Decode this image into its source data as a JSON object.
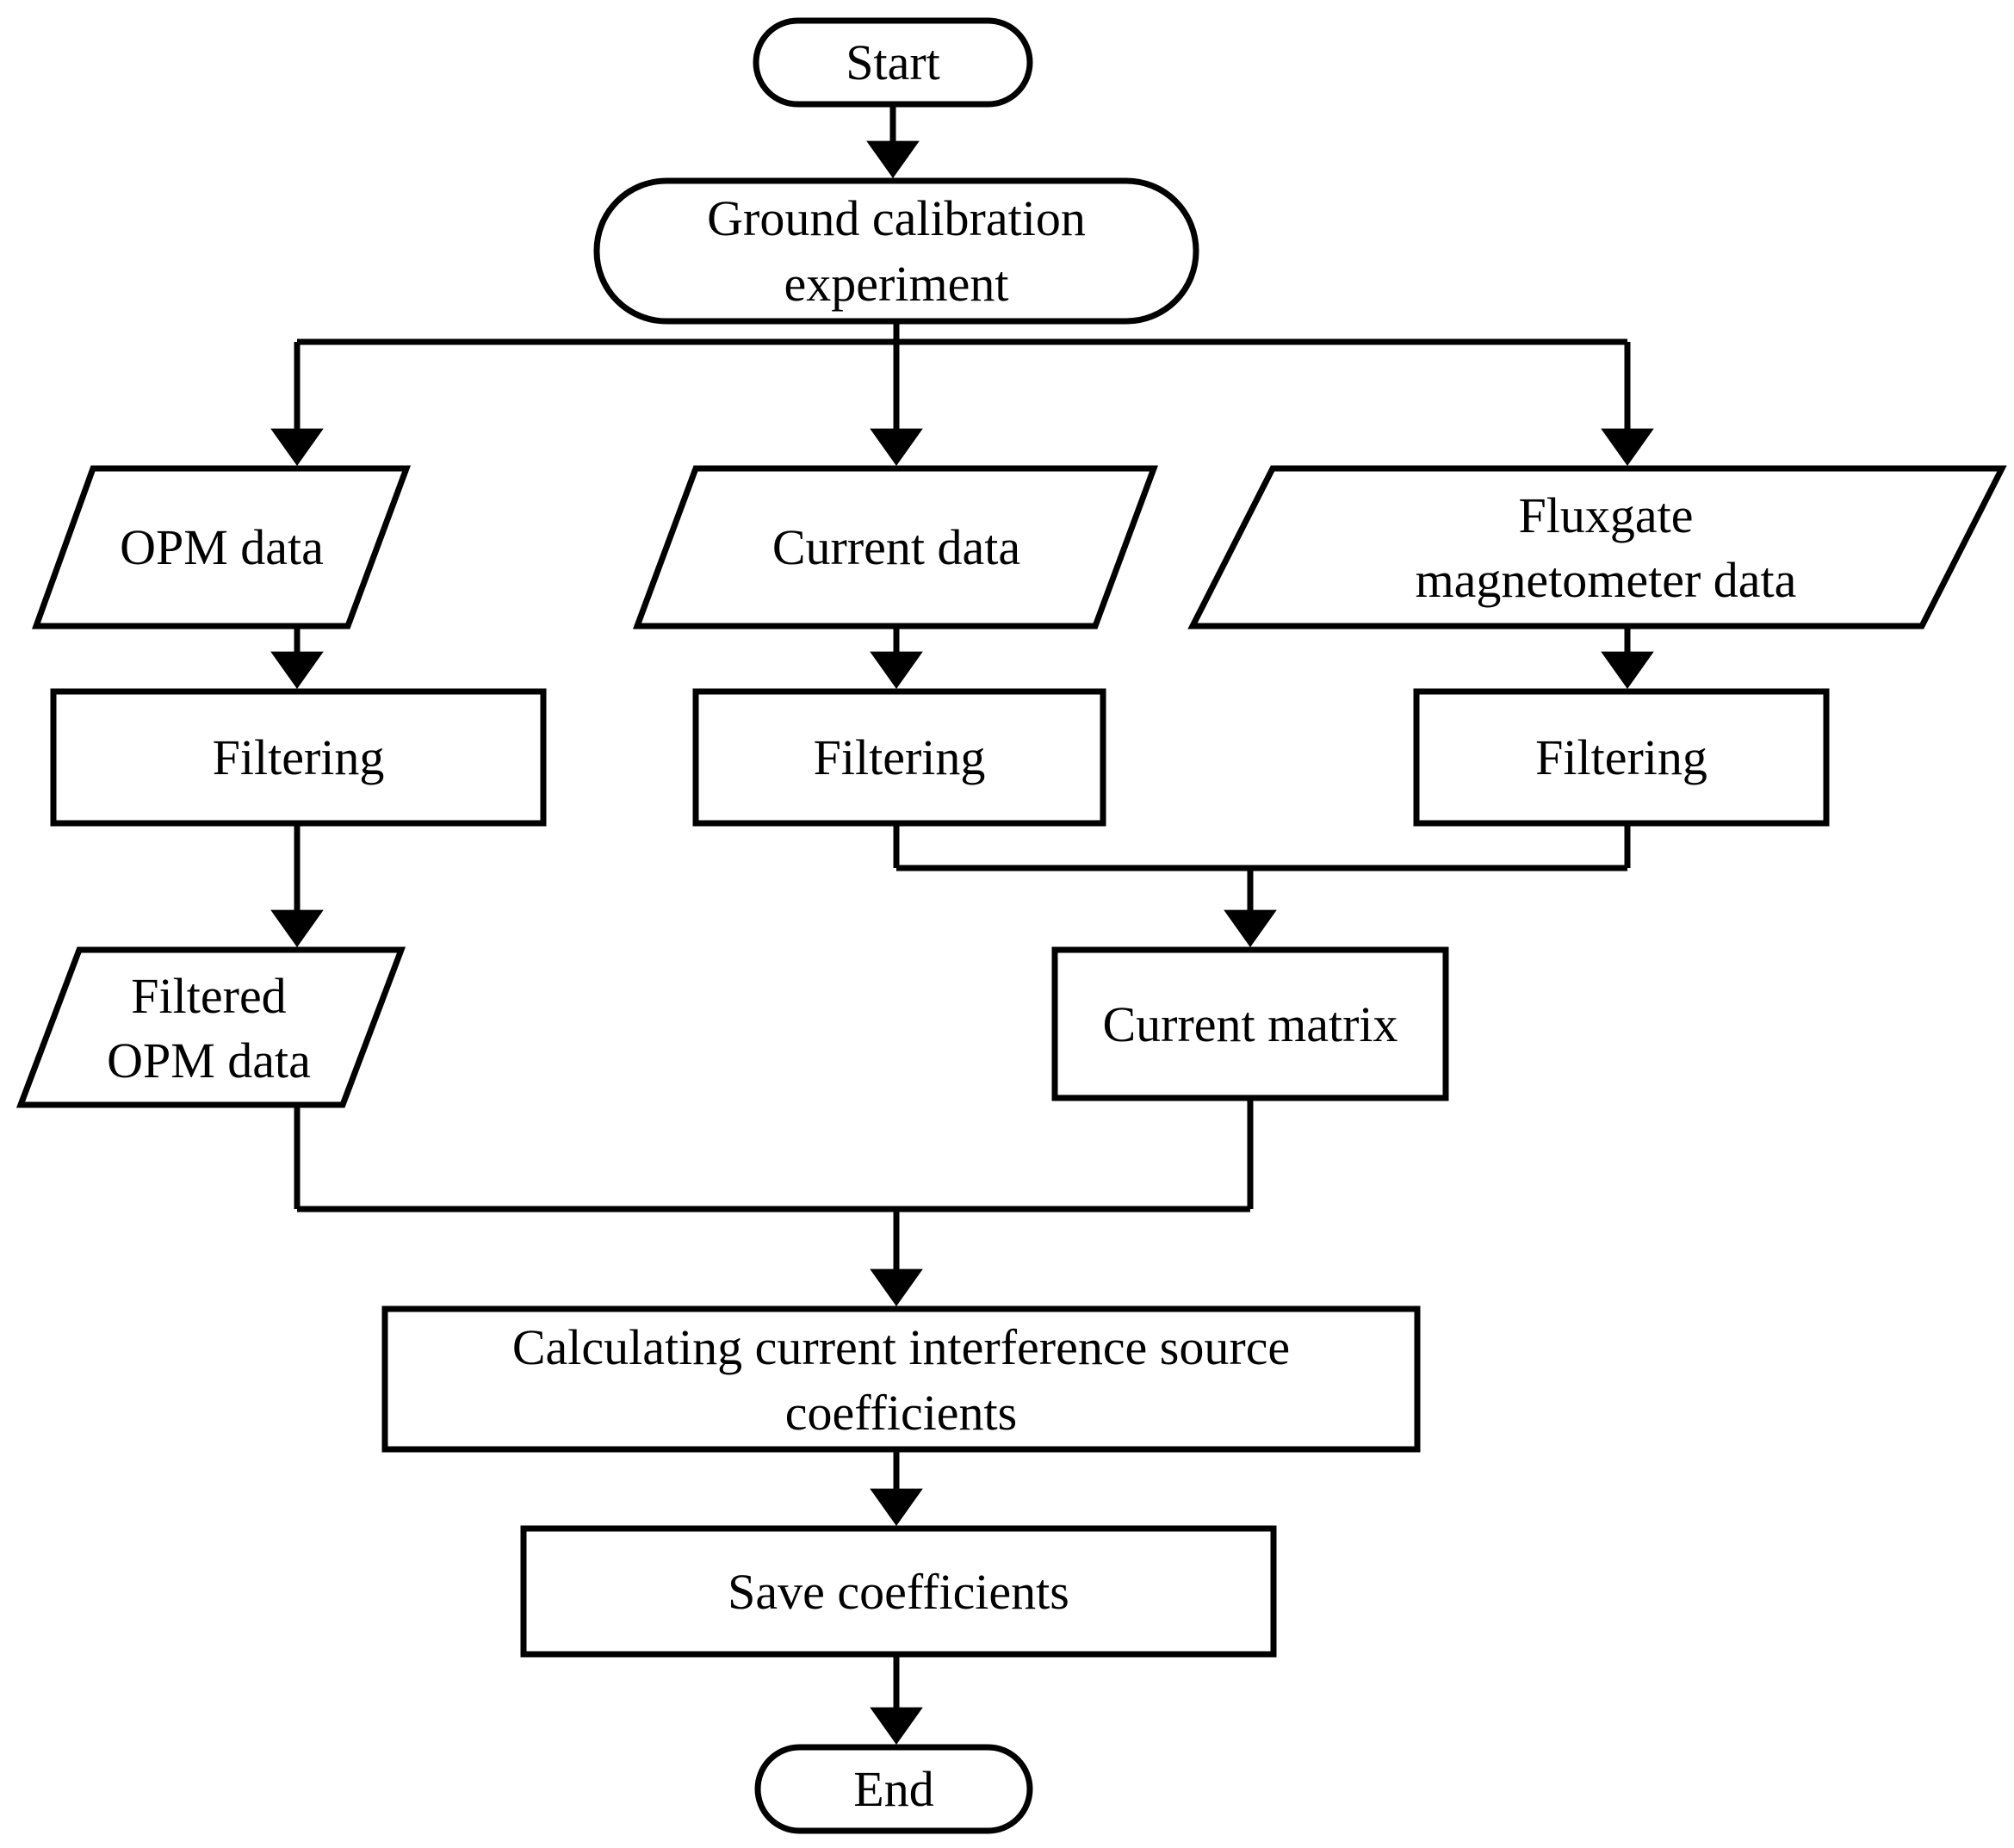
{
  "diagram": {
    "type": "flowchart",
    "orientation": "top-to-bottom",
    "stroke_color": "#000000",
    "background_color": "#ffffff",
    "text_color": "#000000",
    "nodes": [
      {
        "id": "start",
        "label": "Start",
        "shape": "terminator"
      },
      {
        "id": "ground",
        "label": "Ground calibration\nexperiment",
        "shape": "terminator"
      },
      {
        "id": "opm",
        "label": "OPM data",
        "shape": "parallelogram"
      },
      {
        "id": "current",
        "label": "Current data",
        "shape": "parallelogram"
      },
      {
        "id": "fluxgate",
        "label": "Fluxgate\nmagnetometer data",
        "shape": "parallelogram"
      },
      {
        "id": "filt1",
        "label": "Filtering",
        "shape": "process"
      },
      {
        "id": "filt2",
        "label": "Filtering",
        "shape": "process"
      },
      {
        "id": "filt3",
        "label": "Filtering",
        "shape": "process"
      },
      {
        "id": "filtopm",
        "label": "Filtered\nOPM data",
        "shape": "parallelogram"
      },
      {
        "id": "matrix",
        "label": "Current matrix",
        "shape": "process"
      },
      {
        "id": "calc",
        "label": "Calculating current interference source\ncoefficients",
        "shape": "process"
      },
      {
        "id": "save",
        "label": "Save coefficients",
        "shape": "process"
      },
      {
        "id": "end",
        "label": "End",
        "shape": "terminator"
      }
    ],
    "edges": [
      {
        "from": "start",
        "to": "ground"
      },
      {
        "from": "ground",
        "to": "opm"
      },
      {
        "from": "ground",
        "to": "current"
      },
      {
        "from": "ground",
        "to": "fluxgate"
      },
      {
        "from": "opm",
        "to": "filt1"
      },
      {
        "from": "current",
        "to": "filt2"
      },
      {
        "from": "fluxgate",
        "to": "filt3"
      },
      {
        "from": "filt1",
        "to": "filtopm"
      },
      {
        "from": "filt2",
        "to": "matrix"
      },
      {
        "from": "filt3",
        "to": "matrix"
      },
      {
        "from": "filtopm",
        "to": "calc"
      },
      {
        "from": "matrix",
        "to": "calc"
      },
      {
        "from": "calc",
        "to": "save"
      },
      {
        "from": "save",
        "to": "end"
      }
    ]
  }
}
